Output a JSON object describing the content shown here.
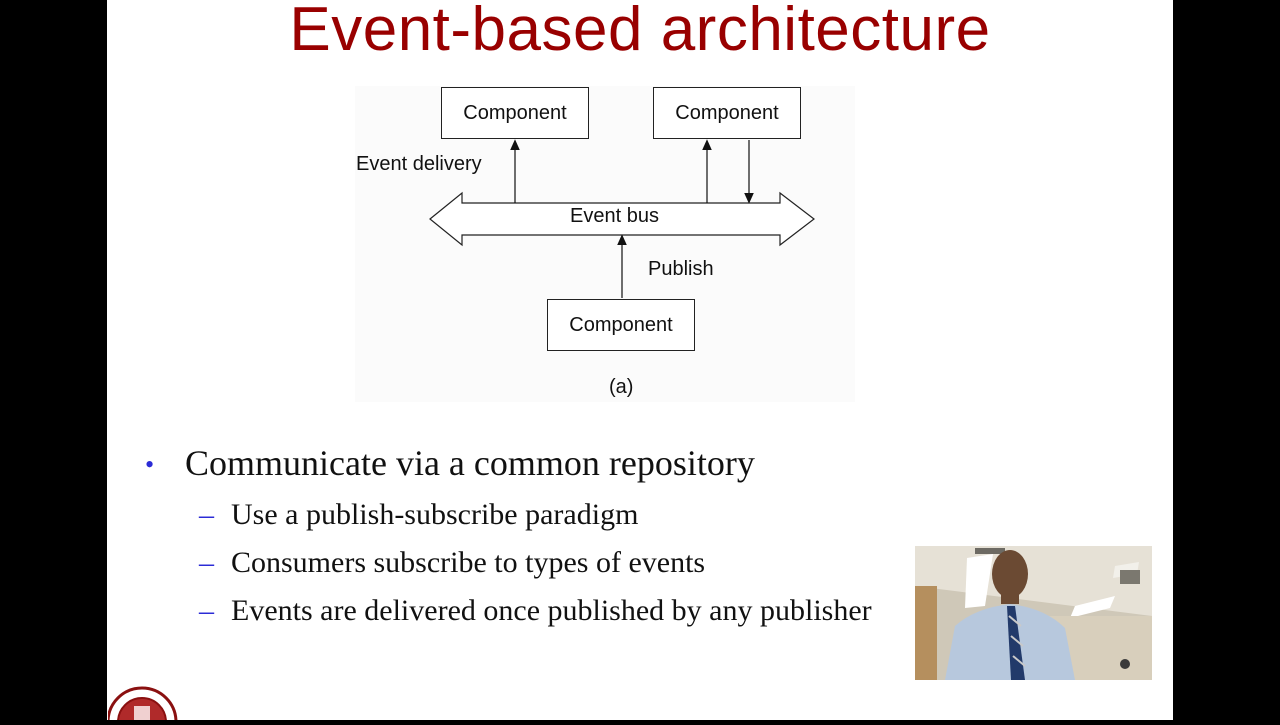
{
  "slide": {
    "title": "Event-based architecture",
    "diagram": {
      "component_top_left": "Component",
      "component_top_right": "Component",
      "component_bottom": "Component",
      "event_delivery_label": "Event delivery",
      "event_bus_label": "Event bus",
      "publish_label": "Publish",
      "caption": "(a)"
    },
    "bullets": [
      {
        "text": "Communicate via a common repository",
        "sub": [
          "Use a publish-subscribe paradigm",
          "Consumers subscribe to types of events",
          "Events are delivered once published by any publisher"
        ]
      }
    ],
    "bullet_marker": "•",
    "sub_marker": "–"
  },
  "colors": {
    "title": "#990000",
    "bullet_marker": "#2b2bd6",
    "background": "#000000",
    "slide_background": "#ffffff"
  },
  "icons": {
    "logo": "university-seal-icon",
    "webcam": "presenter-webcam-video"
  }
}
